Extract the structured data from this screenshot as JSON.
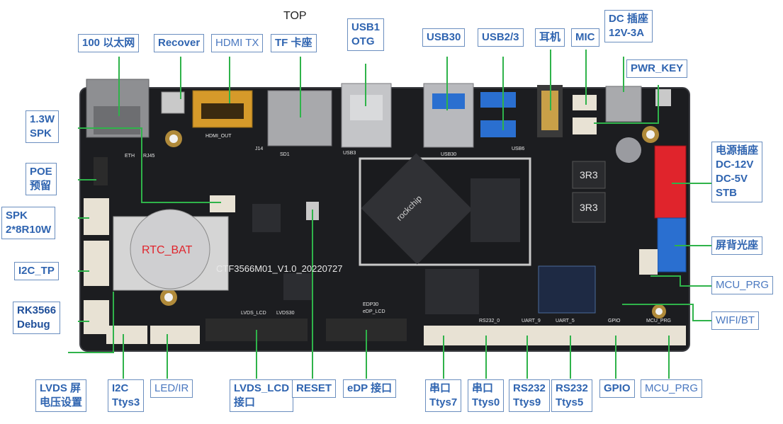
{
  "title": "TOP",
  "board": {
    "silkscreen_model": "CTF3566M01_V1.0_20220727",
    "rtc_label": "RTC_BAT",
    "soc_marking": "rockchip",
    "inductor_marking_1": "3R3",
    "inductor_marking_2": "3R3",
    "silk_eth": "ETH",
    "silk_rj45": "RJ45",
    "silk_hdmi_out": "HDMI_OUT",
    "silk_j14": "J14",
    "silk_sd1": "SD1",
    "silk_usb3": "USB3",
    "silk_usb30": "USB30",
    "silk_usb6": "USB6",
    "silk_lvds_lcd": "LVDS_LCD",
    "silk_lvds30": "LVDS30",
    "silk_edp30": "EDP30",
    "silk_edp_lcd": "eDP_LCD",
    "silk_gpio": "GPIO",
    "silk_mcu_prg": "MCU_PRG",
    "silk_rs232": "RS232_0",
    "silk_uart9": "UART_9",
    "silk_uart5": "UART_5"
  },
  "labels": {
    "eth": "100 以太网",
    "recover": "Recover",
    "hdmi_tx": "HDMI TX",
    "tf": "TF 卡座",
    "usb1_otg": "USB1\nOTG",
    "usb30": "USB30",
    "usb23": "USB2/3",
    "earphone": "耳机",
    "mic": "MIC",
    "dc_jack": "DC 插座\n12V-3A",
    "pwr_key": "PWR_KEY",
    "spk_13w": "1.3W\nSPK",
    "poe": "POE\n预留",
    "spk_2x8r": "SPK\n2*8R10W",
    "i2c_tp": "I2C_TP",
    "rk_debug": "RK3566\nDebug",
    "power_socket": "电源插座\nDC-12V\nDC-5V\nSTB",
    "backlight": "屏背光座",
    "mcu_prg_right": "MCU_PRG",
    "wifi_bt": "WIFI/BT",
    "lvds_voltage": "LVDS 屏\n电压设置",
    "i2c_ttys3": "I2C\nTtys3",
    "led_ir": "LED/IR",
    "lvds_lcd": "LVDS_LCD\n接口",
    "reset": "RESET",
    "edp": "eDP 接口",
    "serial_ttys7": "串口\nTtys7",
    "serial_ttys0": "串口\nTtys0",
    "rs232_ttys9": "RS232\nTtys9",
    "rs232_ttys5": "RS232\nTtys5",
    "gpio": "GPIO",
    "mcu_prg_bottom": "MCU_PRG"
  },
  "colors": {
    "pcb": "#1c1d20",
    "callout_line": "#2fb34a",
    "label_text": "#2f64b0",
    "label_border": "#6a8ebf",
    "red_socket": "#e0242c",
    "blue_connector": "#2a6fd0",
    "gold_hdmi": "#d69a2a"
  }
}
